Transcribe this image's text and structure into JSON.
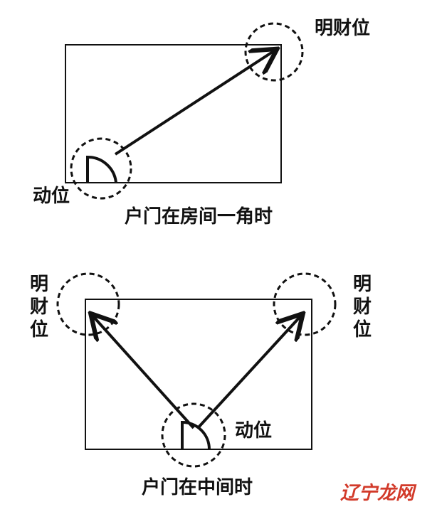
{
  "diagram1": {
    "wealth_label": "明财位",
    "door_label": "动位",
    "caption": "户门在房间一角时"
  },
  "diagram2": {
    "wealth_left": [
      "明",
      "财",
      "位"
    ],
    "wealth_right": [
      "明",
      "财",
      "位"
    ],
    "door_label": "动位",
    "caption": "户门在中间时"
  },
  "watermark": "辽宁龙网",
  "colors": {
    "ink": "#111111",
    "watermark": "#d23a2a"
  }
}
